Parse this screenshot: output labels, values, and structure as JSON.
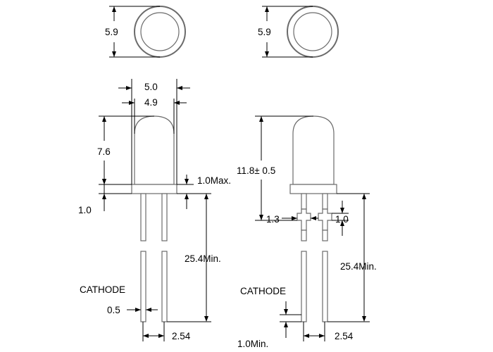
{
  "left_led": {
    "top_view_dia": "5.9",
    "dim_lens_outer": "5.0",
    "dim_lens_inner": "4.9",
    "dim_dome_height": "7.6",
    "dim_flange_max": "1.0Max.",
    "dim_flange": "1.0",
    "dim_lead_length": "25.4Min.",
    "cathode_label": "CATHODE",
    "dim_lead_width": "0.5",
    "dim_lead_spacing": "2.54"
  },
  "right_led": {
    "top_view_dia": "5.9",
    "dim_total_height": "11.8± 0.5",
    "dim_standoff_width": "1.3",
    "dim_standoff_height": "1.0",
    "dim_lead_length": "25.4Min.",
    "cathode_label": "CATHODE",
    "dim_lead_min": "1.0Min.",
    "dim_lead_spacing": "2.54"
  }
}
